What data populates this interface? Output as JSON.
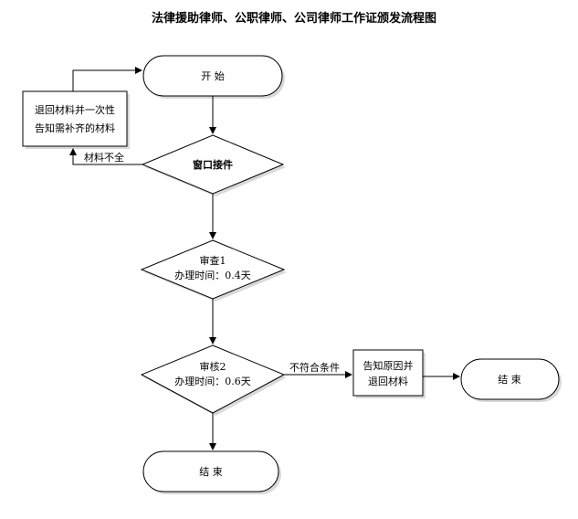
{
  "title": "法律援助律师、公职律师、公司律师工作证颁发流程图",
  "nodes": {
    "start": "开 始",
    "return_materials_line1": "退回材料并一次性",
    "return_materials_line2": "告知需补齐的材料",
    "window_receive": "窗口接件",
    "review1_line1": "审查1",
    "review1_line2": "办理时间：0.4天",
    "review2_line1": "审核2",
    "review2_line2": "办理时间：0.6天",
    "notify_line1": "告知原因并",
    "notify_line2": "退回材料",
    "end_main": "结 束",
    "end_side": "结 束"
  },
  "edges": {
    "incomplete_label": "材料不全",
    "not_qualified_label": "不符合条件"
  }
}
